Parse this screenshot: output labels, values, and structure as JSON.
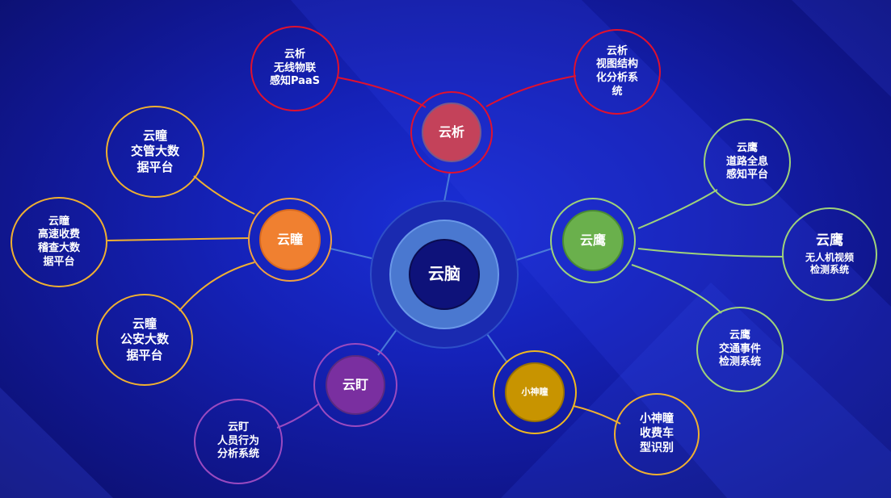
{
  "center": {
    "label": "云脑"
  },
  "hubs": {
    "yunxi": {
      "label": "云析",
      "color": "#c4425a",
      "ring": "#e0112e"
    },
    "yuntong": {
      "label": "云瞳",
      "color": "#f08030",
      "ring": "#f0a040"
    },
    "yunying": {
      "label": "云鹰",
      "color": "#6ab04c",
      "ring": "#9fd27a"
    },
    "yunding": {
      "label": "云盯",
      "color": "#7a2fa0",
      "ring": "#9a4ac0"
    },
    "xiaoshentong": {
      "label": "小神瞳",
      "color": "#c89400",
      "ring": "#f0b820"
    }
  },
  "leaves": {
    "yunxi_iot": "云析\n无线物联\n感知PaaS",
    "yunxi_video": "云析\n视图结构\n化分析系\n统",
    "yuntong_traffic": "云瞳\n交管大数\n据平台",
    "yuntong_toll": "云瞳\n高速收费\n稽查大数\n据平台",
    "yuntong_police": "云瞳\n公安大数\n据平台",
    "yunying_road": "云鹰\n道路全息\n感知平台",
    "yunying_drone_title": "云鹰",
    "yunying_drone_sub": "无人机视频\n检测系统",
    "yunying_event": "云鹰\n交通事件\n检测系统",
    "yunding_behavior": "云盯\n人员行为\n分析系统",
    "xiaoshentong_vehicle": "小神瞳\n收费车\n型识别"
  }
}
